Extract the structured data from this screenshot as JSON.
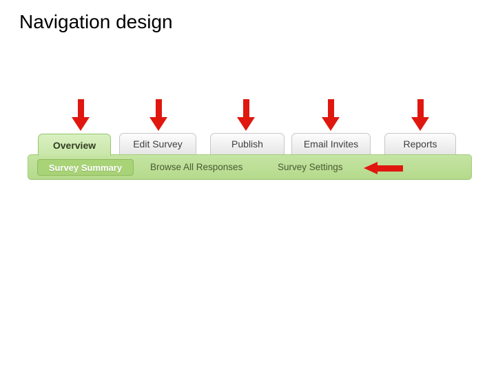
{
  "title": "Navigation design",
  "tabs": [
    {
      "label": "Overview",
      "active": true
    },
    {
      "label": "Edit Survey",
      "active": false
    },
    {
      "label": "Publish",
      "active": false
    },
    {
      "label": "Email Invites",
      "active": false
    },
    {
      "label": "Reports",
      "active": false
    }
  ],
  "subnav": {
    "summary_button": "Survey Summary",
    "links": [
      "Browse All Responses",
      "Survey Settings"
    ]
  },
  "annotations": {
    "down_arrow_count": 5,
    "left_arrow": true
  },
  "colors": {
    "arrow_red": "#e0170f",
    "active_tab_green": "#cfeab4",
    "active_tab_border": "#94c568",
    "subnav_bar_green": "#bde097",
    "subnav_bar_border": "#a4cc7a",
    "summary_button_green": "#a8d377",
    "summary_button_border": "#8fb95f",
    "inactive_tab_gray": "#e6e6e6",
    "inactive_tab_border": "#c6c6c6",
    "subnav_link_text": "#4a5a33"
  }
}
